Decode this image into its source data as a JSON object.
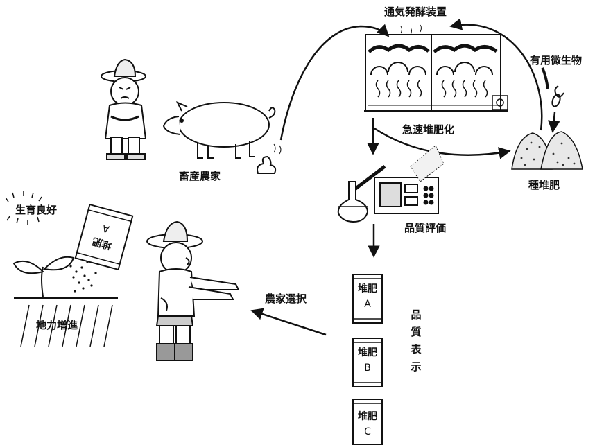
{
  "labels": {
    "aeration_device": "通気発酵装置",
    "rapid_composting": "急速堆肥化",
    "useful_microbes": "有用微生物",
    "seed_compost": "種堆肥",
    "livestock_farmer": "畜産農家",
    "quality_evaluation": "品質評価",
    "good_growth": "生育良好",
    "farmer_choice": "農家選択",
    "soil_improvement": "地力増進",
    "quality_display": [
      "品",
      "質",
      "表",
      "示"
    ]
  },
  "compost_cans": [
    {
      "name": "堆肥",
      "grade": "A"
    },
    {
      "name": "堆肥",
      "grade": "B"
    },
    {
      "name": "堆肥",
      "grade": "C"
    }
  ],
  "pour_can": {
    "name": "堆肥",
    "grade": "A"
  }
}
